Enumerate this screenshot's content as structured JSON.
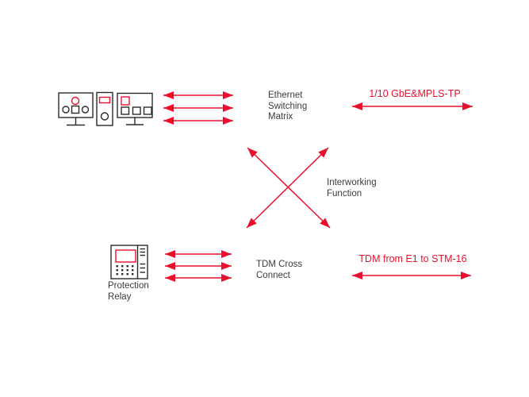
{
  "colors": {
    "accent_red": "#e8112d",
    "text_dark": "#3c3c3c",
    "icon_stroke": "#2a2a2a",
    "background": "#ffffff"
  },
  "nodes": {
    "ethernet_switching_matrix": "Ethernet\nSwitching\nMatrix",
    "interworking_function": "Interworking\nFunction",
    "tdm_cross_connect": "TDM Cross\nConnect",
    "protection_relay": "Protection\nRelay"
  },
  "link_labels": {
    "gbe_mpls": "1/10 GbE&MPLS-TP",
    "tdm_e1_stm16": "TDM from E1 to STM-16"
  },
  "icons": {
    "workstation_group": [
      "desktop-computer-icon",
      "tower-pc-icon",
      "desktop-computer-icon"
    ],
    "protection_relay_device": "protection-relay-device-icon"
  }
}
